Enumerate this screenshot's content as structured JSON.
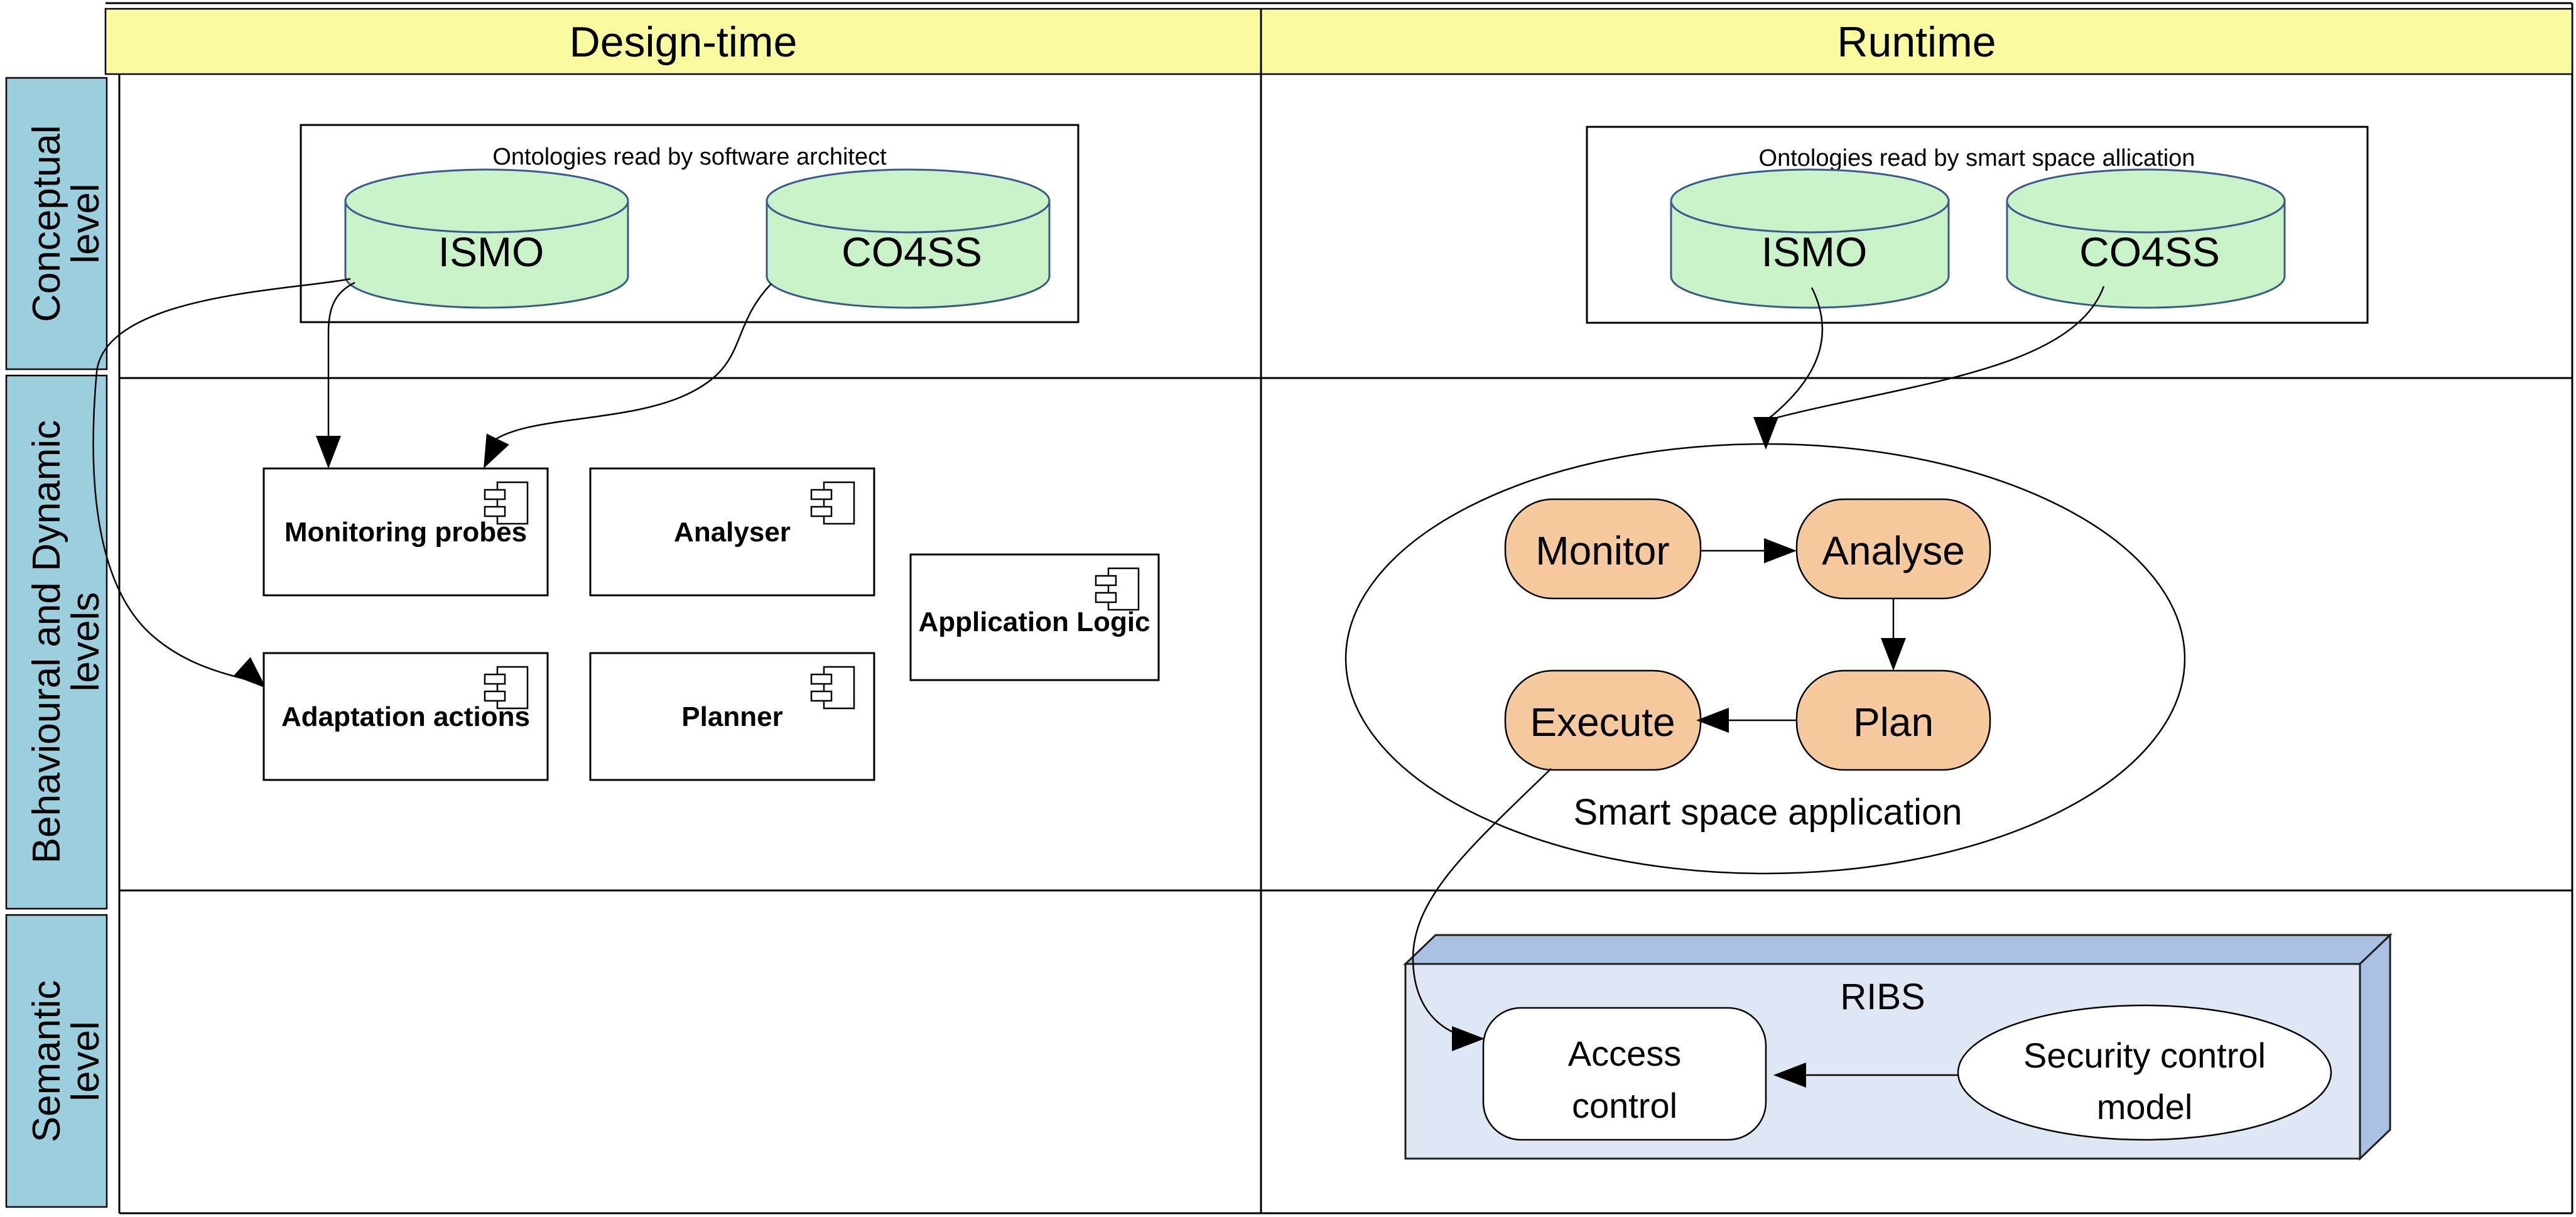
{
  "title_row": {
    "design_time": "Design-time",
    "runtime": "Runtime"
  },
  "row_labels": {
    "conceptual": {
      "line1": "Conceptual",
      "line2": "level"
    },
    "behavioural": {
      "line1": "Behavioural and Dynamic",
      "line2": "levels"
    },
    "semantic": {
      "line1": "Semantic",
      "line2": "level"
    }
  },
  "design_time": {
    "ontology_caption": "Ontologies read by software architect",
    "ismo_label": "ISMO",
    "co4ss_label": "CO4SS",
    "components": {
      "monitoring_probes": "Monitoring probes",
      "analyser": "Analyser",
      "application_logic": "Application Logic",
      "adaptation_actions": "Adaptation actions",
      "planner": "Planner"
    }
  },
  "runtime": {
    "ontology_caption": "Ontologies read by smart space allication",
    "ismo_label": "ISMO",
    "co4ss_label": "CO4SS",
    "mape": {
      "monitor": "Monitor",
      "analyse": "Analyse",
      "plan": "Plan",
      "execute": "Execute"
    },
    "ellipse_label": "Smart space application",
    "ribs": {
      "title": "RIBS",
      "access_control": {
        "line1": "Access",
        "line2": "control"
      },
      "security_model": {
        "line1": "Security control",
        "line2": "model"
      }
    }
  },
  "colors": {
    "header_fill": "#fafaa0",
    "row_label_fill": "#9bcfdd",
    "cylinder_fill": "#c9f2c9",
    "cylinder_stroke": "#3a5a8a",
    "mape_fill": "#f7c99e",
    "ribs_front": "#dfe7f5",
    "ribs_side": "#a9c0e2",
    "line_color": "#000000"
  }
}
